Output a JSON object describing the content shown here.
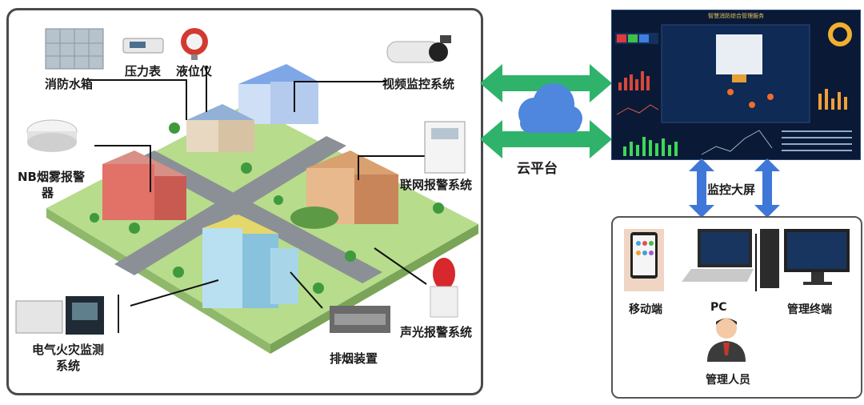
{
  "left_panel": {
    "labels": {
      "water_tank": "消防水箱",
      "pressure_gauge": "压力表",
      "level_meter": "液位仪",
      "video_surveillance": "视频监控系统",
      "smoke_alarm_line1": "NB烟雾报警",
      "smoke_alarm_line2": "器",
      "network_alarm": "联网报警系统",
      "electrical_fire_line1": "电气火灾监测",
      "electrical_fire_line2": "系统",
      "smoke_exhaust": "排烟装置",
      "sound_light_alarm": "声光报警系统"
    }
  },
  "center": {
    "cloud_label": "云平台"
  },
  "right": {
    "screen_title": "智慧消防综合管理服务",
    "monitor_label": "监控大屏",
    "devices": {
      "mobile": "移动端",
      "pc": "PC",
      "terminal": "管理终端",
      "manager": "管理人员"
    }
  },
  "colors": {
    "arrow_green": "#2fb36b",
    "arrow_blue": "#3f77d8",
    "cloud_blue": "#4f86de",
    "screen_bg": "#0a1a36",
    "frame": "#4a4a4a"
  }
}
